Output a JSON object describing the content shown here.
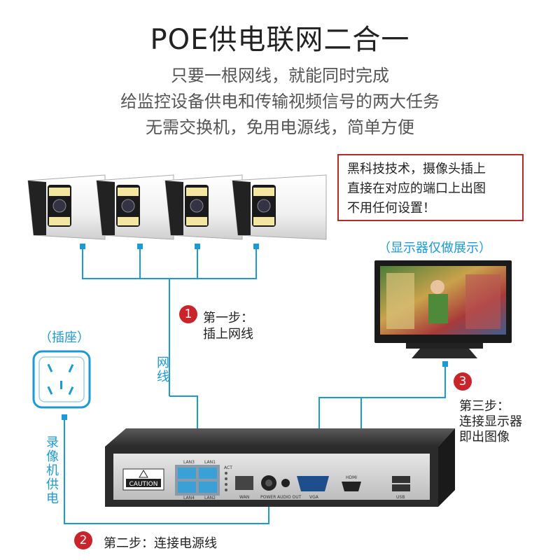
{
  "header": {
    "title": "POE供电联网二合一",
    "line1": "只要一根网线，就能同时完成",
    "line2": "给监控设备供电和传输视频信号的两大任务",
    "line3": "无需交换机，免用电源线，简单方便"
  },
  "note": {
    "line1": "黑科技技术，摄像头插上",
    "line2": "直接在对应的端口上出图",
    "line3": "不用任何设置！"
  },
  "monitor": {
    "caption": "（显示器仅做展示）"
  },
  "socket": {
    "caption": "（插座）"
  },
  "cable_labels": {
    "network": "网线",
    "nvr_power": "录像机供电"
  },
  "steps": [
    {
      "num": "1",
      "line1": "第一步：",
      "line2": "插上网线"
    },
    {
      "num": "2",
      "line1": "第二步：连接电源线",
      "line2": ""
    },
    {
      "num": "3",
      "line1": "第三步：",
      "line2": "连接显示器",
      "line3": "即出图像"
    }
  ],
  "nvr_panel": {
    "caution": "CAUTION",
    "ports": [
      "LAN3",
      "LAN1",
      "LAN4",
      "LAN2",
      "ACT",
      "WAN",
      "POWER",
      "AUDIO OUT",
      "VGA",
      "HDMI",
      "USB"
    ]
  },
  "colors": {
    "accent_red": "#c8242a",
    "line_blue": "#1b9ad6",
    "box_border": "#b72a2a"
  }
}
